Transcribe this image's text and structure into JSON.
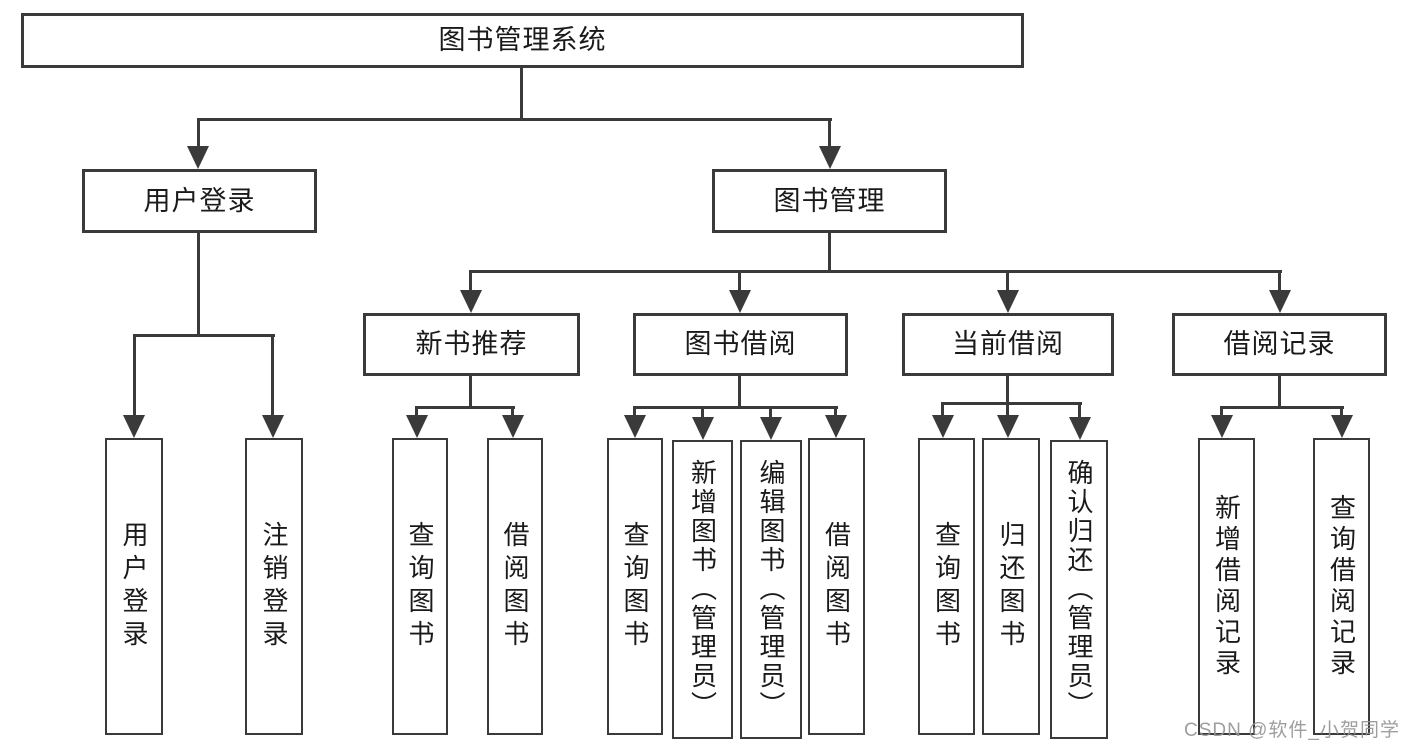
{
  "nodes": {
    "root": "图书管理系统",
    "user_login": "用户登录",
    "book_mgmt": "图书管理",
    "user_login_leaf": "用户登录",
    "logout_leaf": "注销登录",
    "new_book": "新书推荐",
    "book_borrow": "图书借阅",
    "current_borrow": "当前借阅",
    "borrow_record": "借阅记录",
    "nb_query": "查询图书",
    "nb_borrow": "借阅图书",
    "bb_query": "查询图书",
    "bb_add": "新增图书（管理员）",
    "bb_edit": "编辑图书（管理员）",
    "bb_borrow": "借阅图书",
    "cb_query": "查询图书",
    "cb_return": "归还图书",
    "cb_confirm": "确认归还（管理员）",
    "br_add": "新增借阅记录",
    "br_query": "查询借阅记录"
  },
  "watermark": "CSDN @软件_小贺同学",
  "colors": {
    "line": "#3a3a3a",
    "text": "#1a1a1a",
    "background": "#ffffff",
    "watermark": "#949494"
  }
}
